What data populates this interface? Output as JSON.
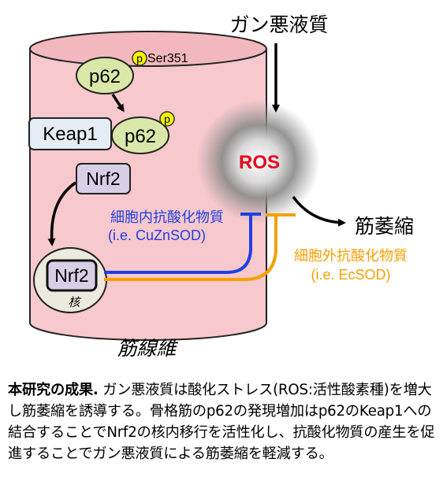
{
  "diagram": {
    "cancer_cachexia": "ガン悪液質",
    "ros": "ROS",
    "muscle_atrophy": "筋萎縮",
    "muscle_fiber": "筋線維",
    "p62_top": "p62",
    "p_mark": "p",
    "ser351": "Ser351",
    "keap1": "Keap1",
    "p62_bound": "p62",
    "nrf2_cyto": "Nrf2",
    "nrf2_nucleus": "Nrf2",
    "nucleus_label": "核",
    "intracellular_antioxidant": "細胞内抗酸化物質",
    "intracellular_example": "(i.e. CuZnSOD)",
    "extracellular_antioxidant": "細胞外抗酸化物質",
    "extracellular_example": "(i.e. EcSOD)"
  },
  "colors": {
    "cylinder_fill": "#f7c8cc",
    "intracellular_blue": "#1f3fe0",
    "extracellular_orange": "#f5a000",
    "ros_red": "#e8001c",
    "p62_fill": "#d9e8a8",
    "keap1_fill": "#e4ecf5",
    "nrf2_fill": "#d8cfe6",
    "phospho_yellow": "#f4f400"
  },
  "caption": {
    "bold_title": "本研究の成果.",
    "text": " ガン悪液質は酸化ストレス(ROS:活性酸素種)を増大し筋萎縮を誘導する。骨格筋のp62の発現増加はp62のKeap1への結合することでNrf2の核内移行を活性化し、抗酸化物質の産生を促進することでガン悪液質による筋萎縮を軽減する。"
  }
}
